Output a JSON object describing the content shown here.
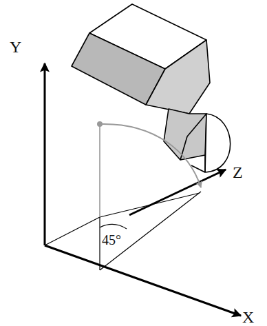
{
  "diagram": {
    "labels": [
      "Y",
      "Z",
      "X",
      "45°"
    ]
  }
}
